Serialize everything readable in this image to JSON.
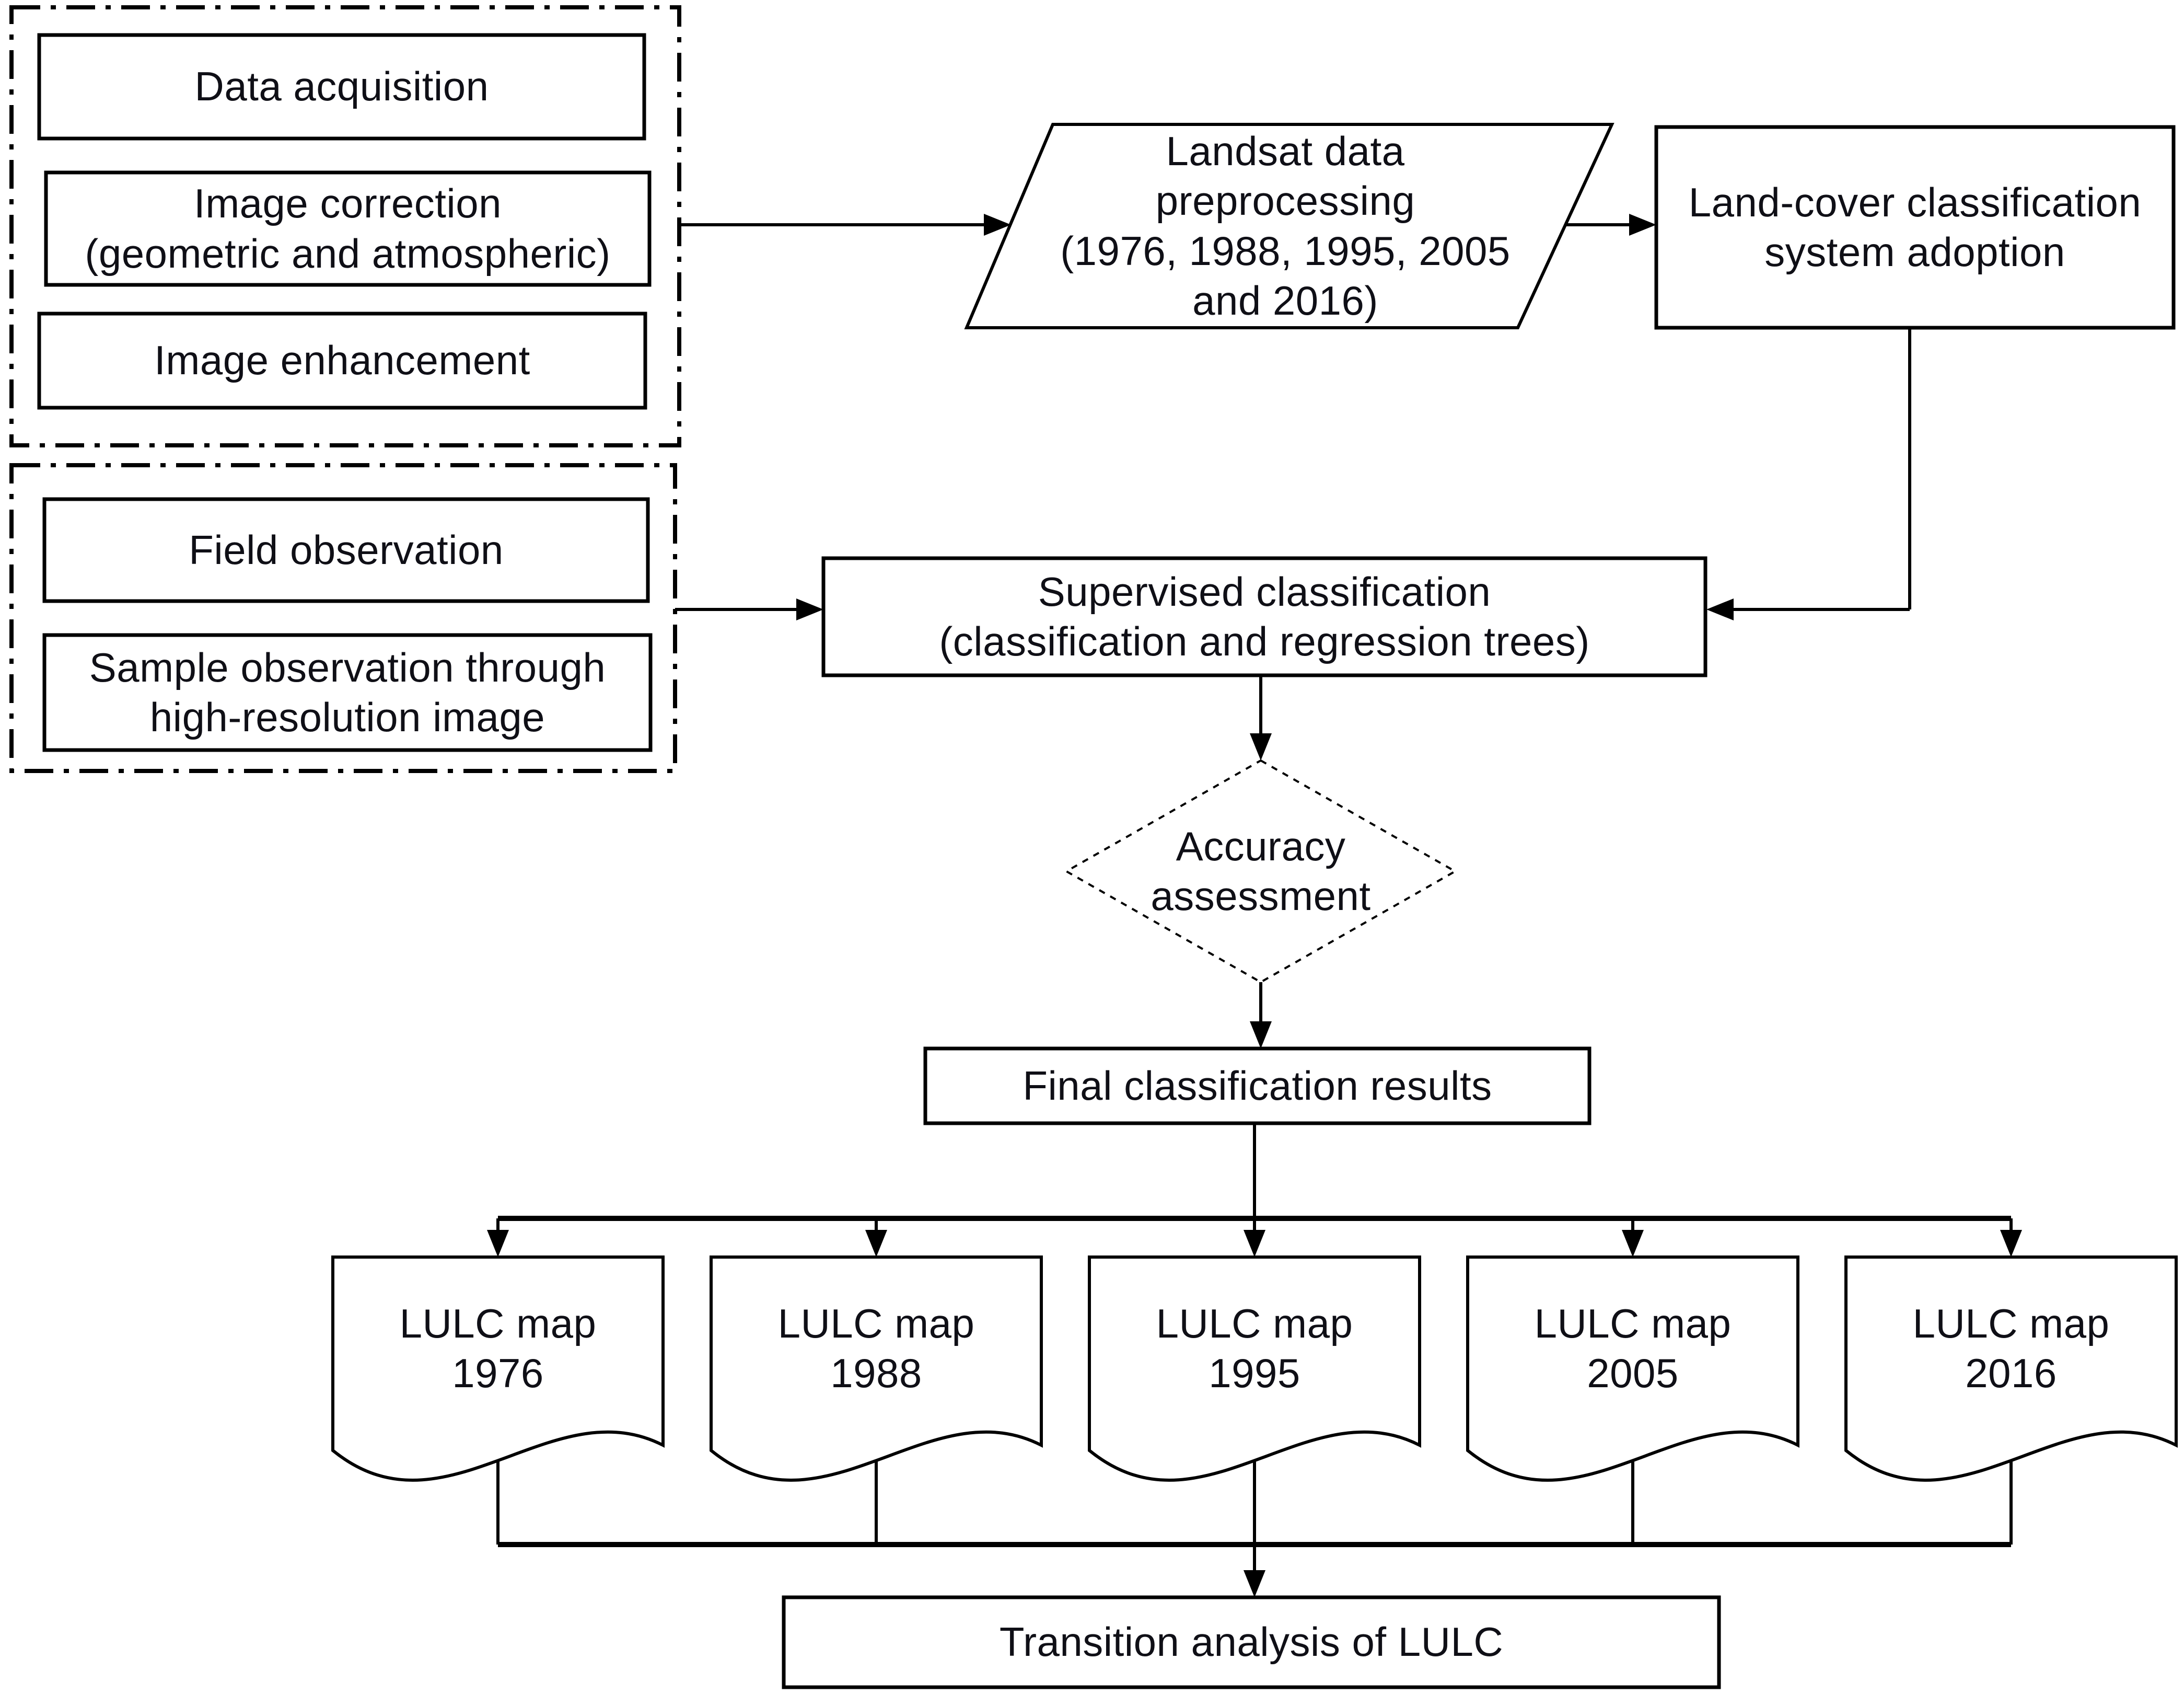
{
  "nodes": {
    "data_acquisition": "Data acquisition",
    "image_correction": "Image correction\n(geometric and atmospheric)",
    "image_enhancement": "Image enhancement",
    "field_observation": "Field observation",
    "sample_observation": "Sample observation through\nhigh-resolution image",
    "landsat_preprocessing": "Landsat data\npreprocessing\n(1976, 1988, 1995, 2005\nand 2016)",
    "landcover_system": "Land-cover classification\nsystem adoption",
    "supervised_classification": "Supervised classification\n(classification and regression trees)",
    "accuracy_assessment": "Accuracy\nassessment",
    "final_results": "Final classification results",
    "transition_analysis": "Transition analysis of LULC"
  },
  "lulc_maps": [
    {
      "label": "LULC map\n1976"
    },
    {
      "label": "LULC map\n1988"
    },
    {
      "label": "LULC map\n1995"
    },
    {
      "label": "LULC map\n2005"
    },
    {
      "label": "LULC map\n2016"
    }
  ],
  "colors": {
    "stroke": "#000000",
    "background": "#ffffff",
    "text": "#0f0f16"
  }
}
